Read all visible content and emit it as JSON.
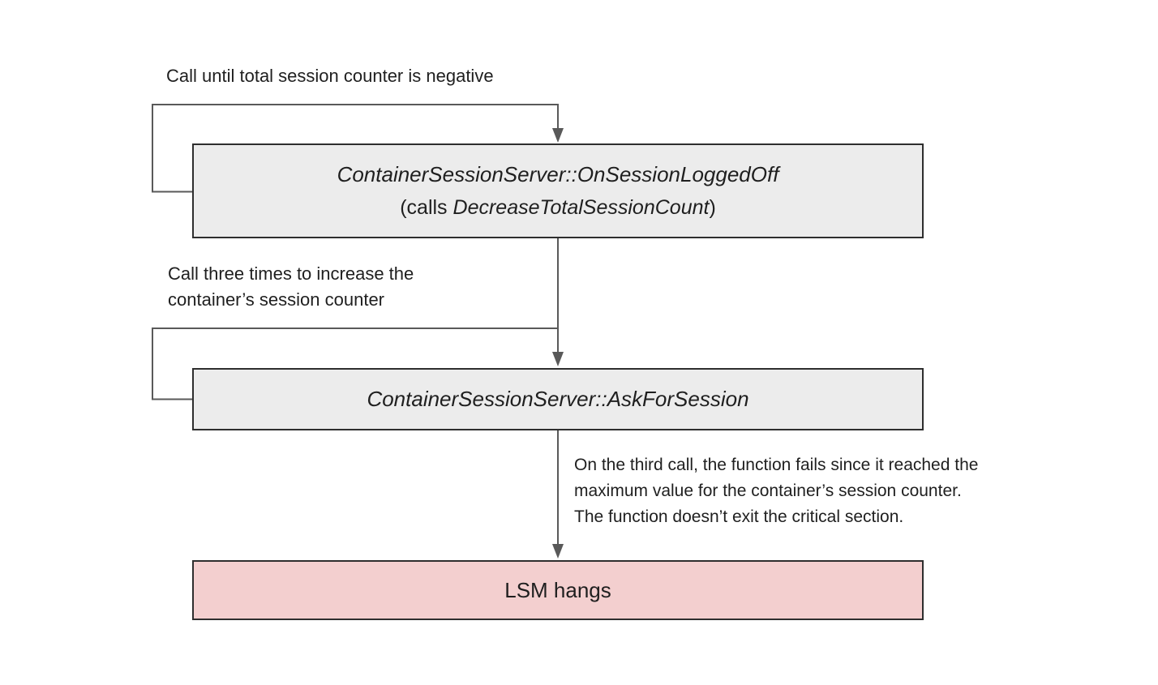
{
  "annotations": {
    "top_loop_label": "Call until total session counter is negative",
    "middle_loop_label": "Call three times to increase the\ncontainer’s session counter",
    "failure_note": "On the third call, the function fails since it reached the\nmaximum value for the container’s session counter.\nThe function doesn’t exit the critical section."
  },
  "nodes": {
    "on_session_logged_off": {
      "title": "ContainerSessionServer::OnSessionLoggedOff",
      "subtitle_prefix": "(calls ",
      "subtitle_function": "DecreaseTotalSessionCount",
      "subtitle_suffix": ")"
    },
    "ask_for_session": {
      "title": "ContainerSessionServer::AskForSession"
    },
    "lsm_hangs": {
      "title": "LSM hangs"
    }
  },
  "colors": {
    "background": "#ffffff",
    "process_box_fill": "#ececec",
    "failure_box_fill": "#f3cfcf",
    "box_border": "#2e2e2e",
    "connector": "#595959",
    "text": "#1f1f1f"
  }
}
